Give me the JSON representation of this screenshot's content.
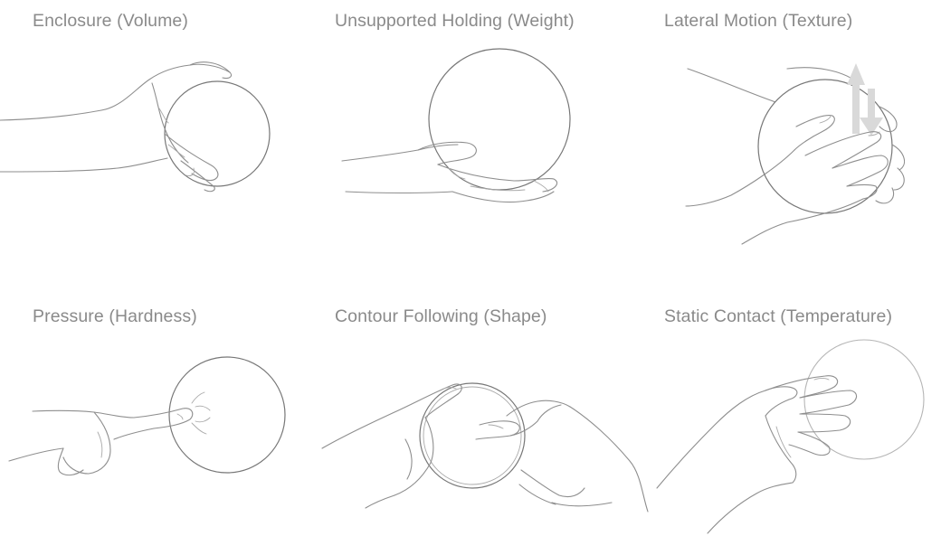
{
  "panels": [
    {
      "id": "enclosure",
      "label": "Enclosure (Volume)"
    },
    {
      "id": "unsupported-holding",
      "label": "Unsupported Holding (Weight)"
    },
    {
      "id": "lateral-motion",
      "label": "Lateral Motion (Texture)"
    },
    {
      "id": "pressure",
      "label": "Pressure (Hardness)"
    },
    {
      "id": "contour-following",
      "label": "Contour Following (Shape)"
    },
    {
      "id": "static-contact",
      "label": "Static Contact (Temperature)"
    }
  ],
  "colors": {
    "label": "#8a8a8a",
    "line": "#8e8e8e",
    "arrow": "#d9d9d9",
    "background": "#ffffff"
  },
  "icons": [
    "hand-enclosing-ball",
    "hand-holding-ball",
    "hands-rubbing-ball",
    "finger-pressing-ball",
    "hands-tracing-ball",
    "hand-touching-ball",
    "up-down-arrows-icon"
  ]
}
